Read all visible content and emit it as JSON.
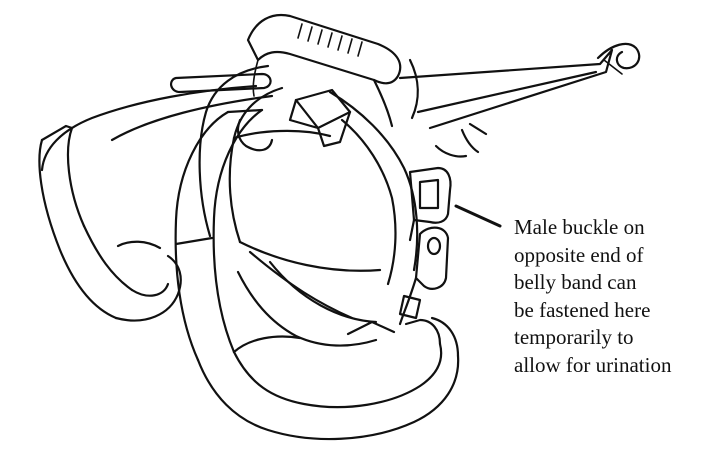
{
  "annotation": {
    "lines": [
      "Male buckle on",
      "opposite end of",
      "belly band can",
      "be fastened here",
      "temporarily to",
      "allow for urination"
    ]
  },
  "colors": {
    "ink": "#111111",
    "background": "#ffffff"
  }
}
